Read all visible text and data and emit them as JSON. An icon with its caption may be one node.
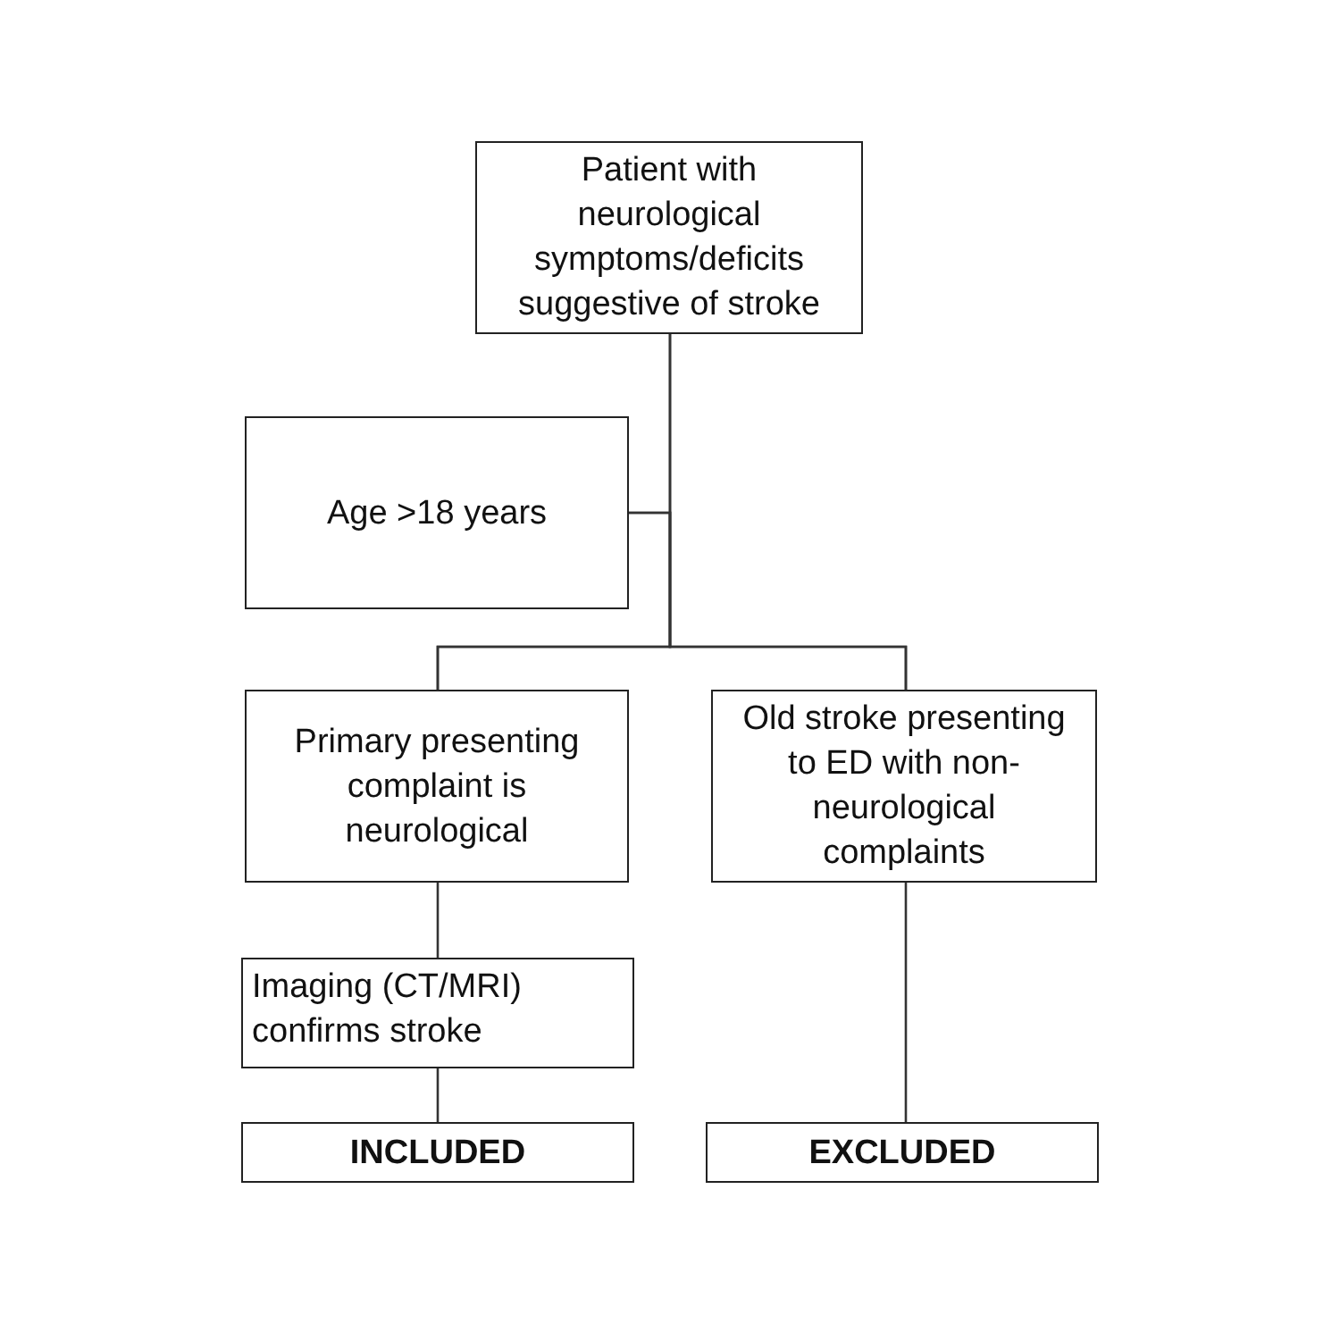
{
  "diagram": {
    "nodes": [
      {
        "text": [
          "Patient with neurological symptoms/deficits suggestive of stroke"
        ]
      },
      {
        "text": [
          "Age >18 years"
        ]
      },
      {
        "text": [
          "Primary presenting complaint is neurological"
        ]
      },
      {
        "text": [
          "Old stroke presenting to ED with non-neurological complaints"
        ]
      },
      {
        "text": [
          "Imaging (CT/MRI) confirms stroke"
        ]
      },
      {
        "text": [
          "INCLUDED"
        ]
      },
      {
        "text": [
          "EXCLUDED"
        ]
      }
    ],
    "edges": [
      {
        "from": 0,
        "to": 2,
        "arrow": "none"
      },
      {
        "from": 0,
        "to": 3,
        "arrow": "none"
      },
      {
        "from": 1,
        "to": 2,
        "arrow": "none"
      },
      {
        "from": 1,
        "to": 3,
        "arrow": "none"
      },
      {
        "from": 2,
        "to": 4,
        "arrow": "none"
      },
      {
        "from": 4,
        "to": 5,
        "arrow": "none"
      },
      {
        "from": 3,
        "to": 6,
        "arrow": "none"
      }
    ]
  }
}
